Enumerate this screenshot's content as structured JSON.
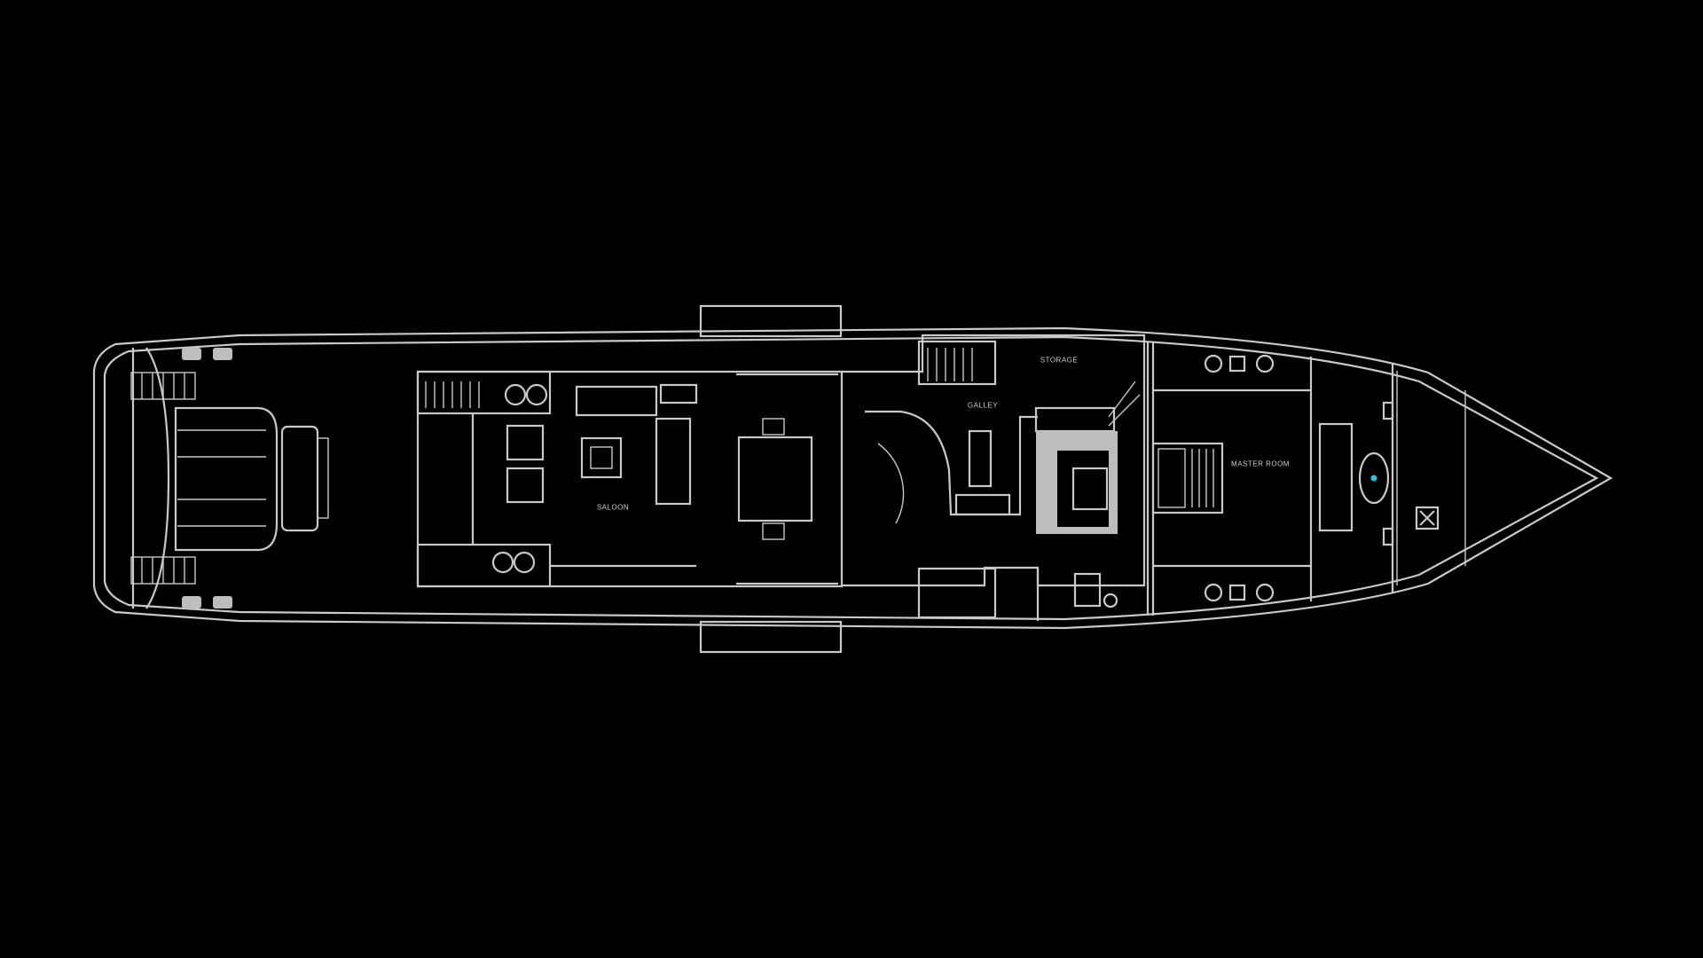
{
  "plan": {
    "title": "Main deck plan",
    "rooms": {
      "saloon": "SALOON",
      "galley": "GALLEY",
      "storage": "STORAGE",
      "master_room": "MASTER ROOM"
    }
  },
  "colors": {
    "background": "#000000",
    "line": "#c9c9c9",
    "accent": "#2ec4d6"
  }
}
